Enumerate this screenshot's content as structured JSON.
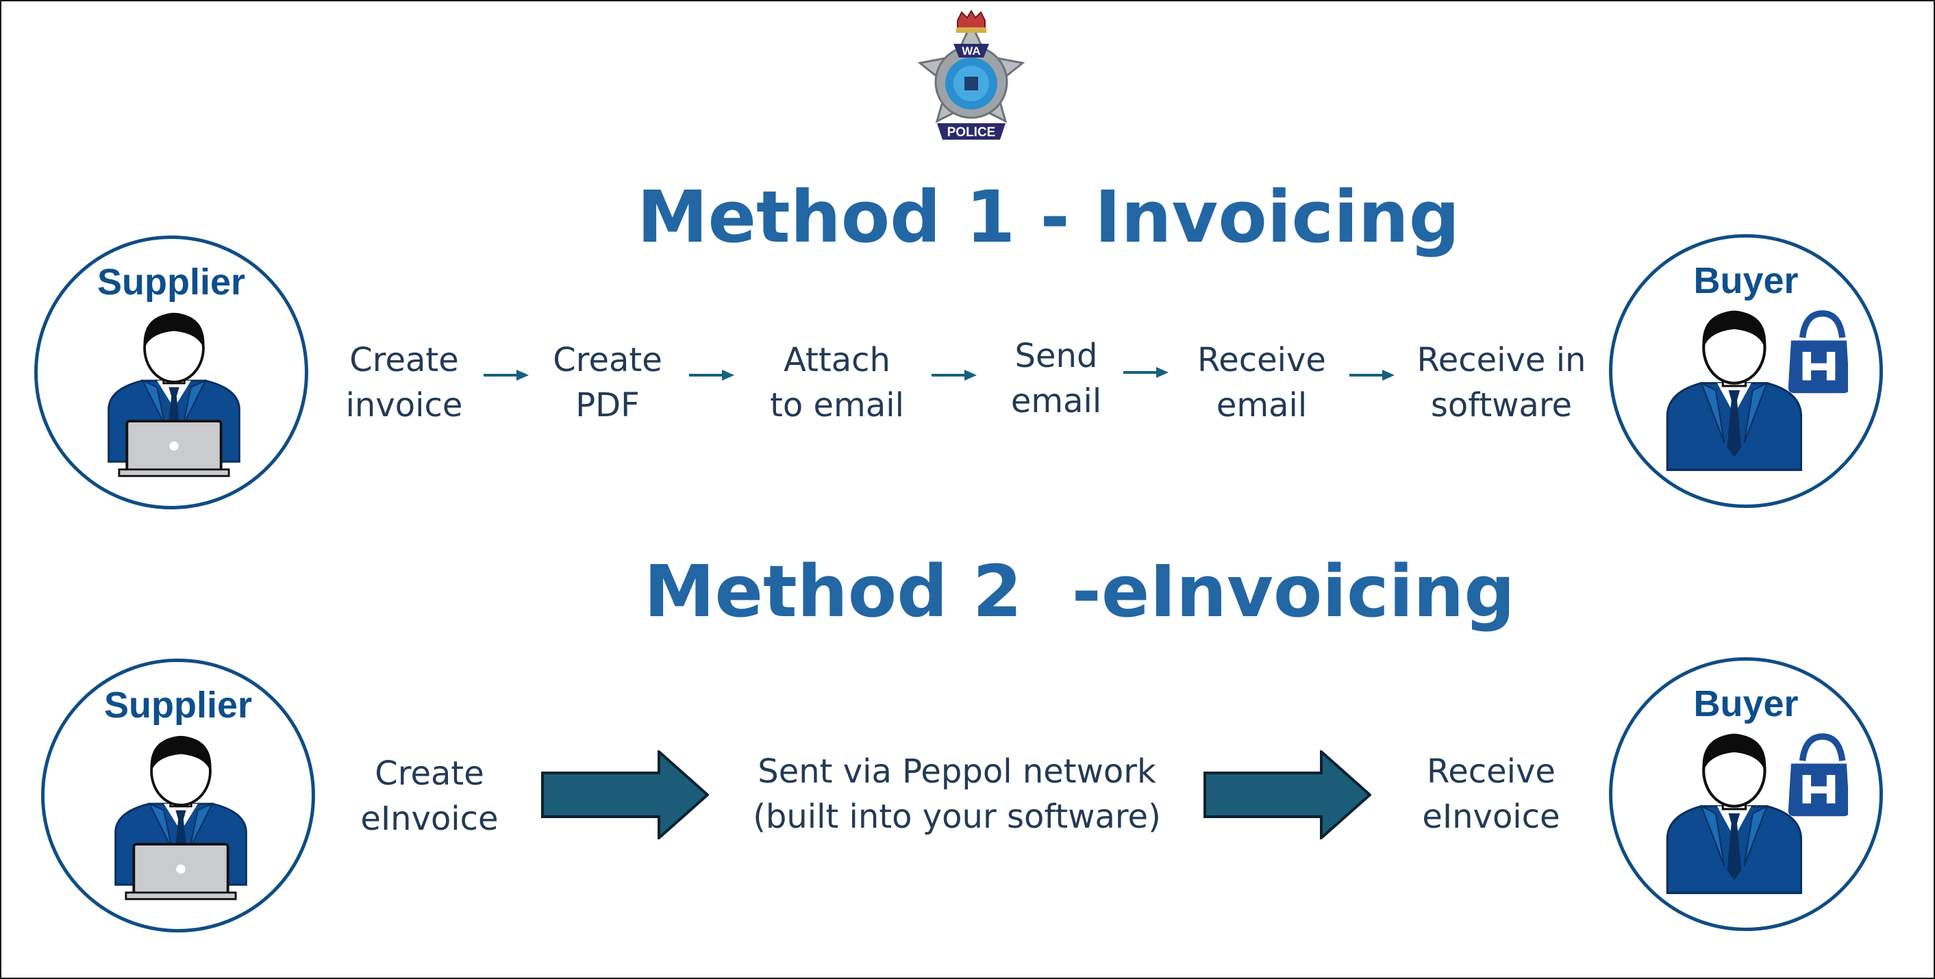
{
  "logo": {
    "name": "WA Police crest",
    "top_text": "WA",
    "bottom_text": "POLICE"
  },
  "method1": {
    "title": "Method 1 - Invoicing",
    "supplier_label": "Supplier",
    "buyer_label": "Buyer",
    "steps": [
      "Create\ninvoice",
      "Create\nPDF",
      "Attach\nto email",
      "Send\nemail",
      "Receive\nemail",
      "Receive in\nsoftware"
    ]
  },
  "method2": {
    "title": "Method 2  -eInvoicing",
    "supplier_label": "Supplier",
    "buyer_label": "Buyer",
    "steps": [
      "Create\neInvoice",
      "Sent via Peppol network\n(built into your software)",
      "Receive\neInvoice"
    ]
  },
  "colors": {
    "title": "#2366a4",
    "circle_border": "#0f4d85",
    "person_suit": "#0d4a8f",
    "step_text": "#233a55",
    "arrow": "#18617e",
    "big_arrow": "#1b5c78"
  },
  "icons": [
    "supplier-person-laptop-icon",
    "buyer-person-shopping-bag-icon",
    "small-arrow-right-icon",
    "big-block-arrow-right-icon"
  ]
}
